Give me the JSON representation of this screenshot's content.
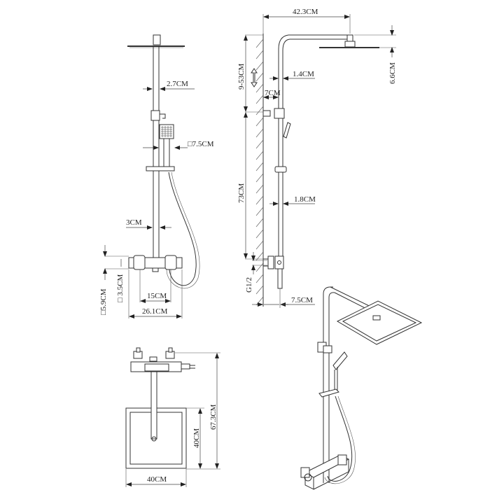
{
  "drawing": {
    "type": "technical-dimension-drawing",
    "subject": "thermostatic shower column with square rain head and hand shower",
    "unit": "CM",
    "views": {
      "front": {
        "labels": {
          "pipe_diameter": "2.7CM",
          "hand_shower_head": "□7.5CM",
          "lower_pipe": "3CM",
          "valve_height": "□5.9CM",
          "valve_depth": "□ 3.5CM",
          "inlet_spacing": "15CM",
          "valve_width": "26.1CM"
        }
      },
      "side": {
        "labels": {
          "arm_length": "42.3CM",
          "head_height": "6.6CM",
          "adjustable_range": "9-53CM",
          "pipe_offset": "1.4CM",
          "bracket_offset": "7CM",
          "column_length": "73CM",
          "slide_pipe": "1.8CM",
          "inlet_thread": "G1/2",
          "wall_distance": "7.5CM"
        }
      },
      "top": {
        "labels": {
          "total_depth": "67.3CM",
          "head_depth": "40CM",
          "head_width": "40CM"
        }
      },
      "isometric": {
        "labels": {}
      }
    }
  }
}
